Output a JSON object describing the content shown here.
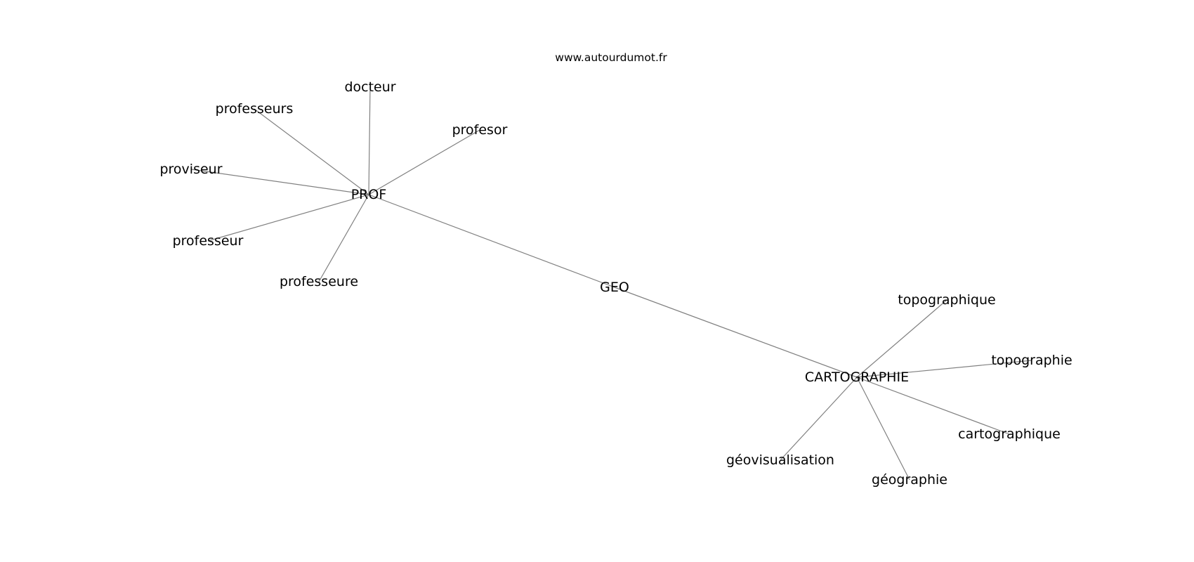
{
  "site": "www.autourdumot.fr",
  "graph": {
    "nodes": [
      {
        "id": "prof",
        "label": "PROF"
      },
      {
        "id": "geo",
        "label": "GEO"
      },
      {
        "id": "cartographie",
        "label": "CARTOGRAPHIE"
      },
      {
        "id": "docteur",
        "label": "docteur"
      },
      {
        "id": "professeurs",
        "label": "professeurs"
      },
      {
        "id": "profesor",
        "label": "profesor"
      },
      {
        "id": "proviseur",
        "label": "proviseur"
      },
      {
        "id": "professeur",
        "label": "professeur"
      },
      {
        "id": "professeure",
        "label": "professeure"
      },
      {
        "id": "topographique",
        "label": "topographique"
      },
      {
        "id": "topographie",
        "label": "topographie"
      },
      {
        "id": "cartographique",
        "label": "cartographique"
      },
      {
        "id": "geovisualisation",
        "label": "géovisualisation"
      },
      {
        "id": "geographie",
        "label": "géographie"
      }
    ],
    "edges": [
      [
        "prof",
        "docteur"
      ],
      [
        "prof",
        "professeurs"
      ],
      [
        "prof",
        "profesor"
      ],
      [
        "prof",
        "proviseur"
      ],
      [
        "prof",
        "professeur"
      ],
      [
        "prof",
        "professeure"
      ],
      [
        "prof",
        "geo"
      ],
      [
        "geo",
        "cartographie"
      ],
      [
        "cartographie",
        "topographique"
      ],
      [
        "cartographie",
        "topographie"
      ],
      [
        "cartographie",
        "cartographique"
      ],
      [
        "cartographie",
        "geovisualisation"
      ],
      [
        "cartographie",
        "geographie"
      ]
    ]
  }
}
